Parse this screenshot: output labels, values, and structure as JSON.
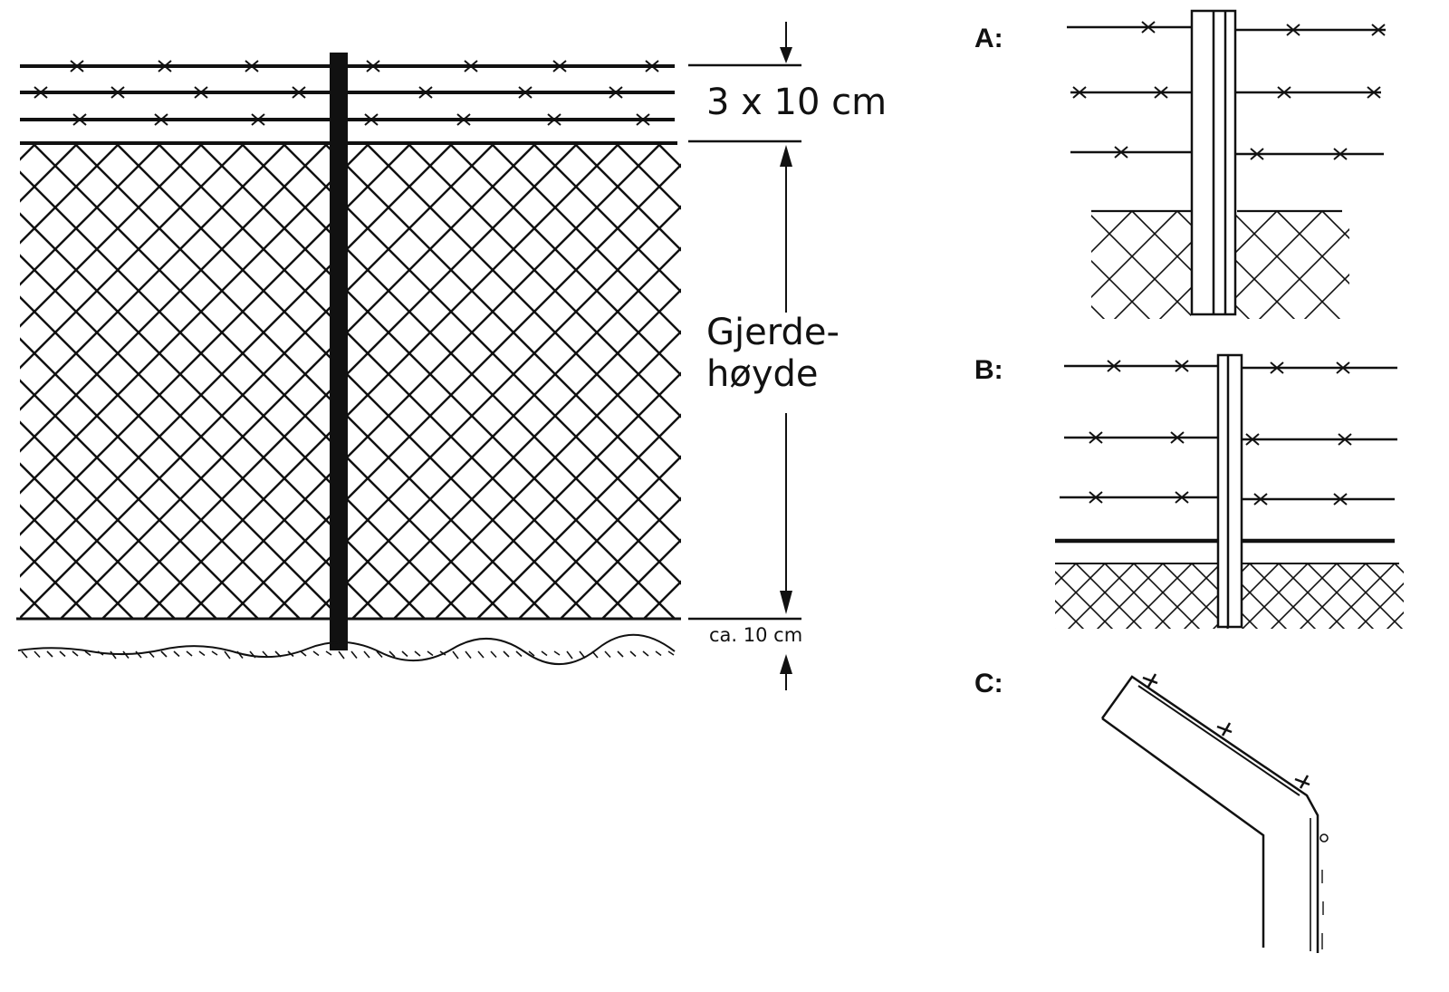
{
  "labels": {
    "top_dimension": "3 x 10 cm",
    "height_line1": "Gjerde-",
    "height_line2": "høyde",
    "bottom_dimension": "ca. 10 cm",
    "panel_a": "A:",
    "panel_b": "B:",
    "panel_c": "C:"
  }
}
